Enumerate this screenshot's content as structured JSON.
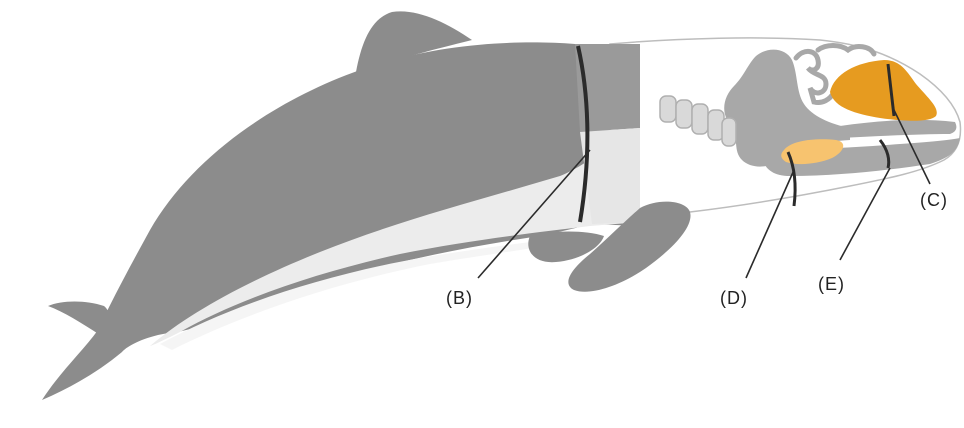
{
  "labels": {
    "B": "(B)",
    "C": "(C)",
    "D": "(D)",
    "E": "(E)"
  },
  "colors": {
    "body_dark": "#8c8c8c",
    "body_light": "#ececec",
    "cutaway_white": "#ffffff",
    "skull_gray": "#a8a8a8",
    "vertebra_light": "#d9d9d9",
    "organ_orange": "#e69b20",
    "organ_light_orange": "#f7c36f",
    "line_dark": "#2b2b2b"
  }
}
